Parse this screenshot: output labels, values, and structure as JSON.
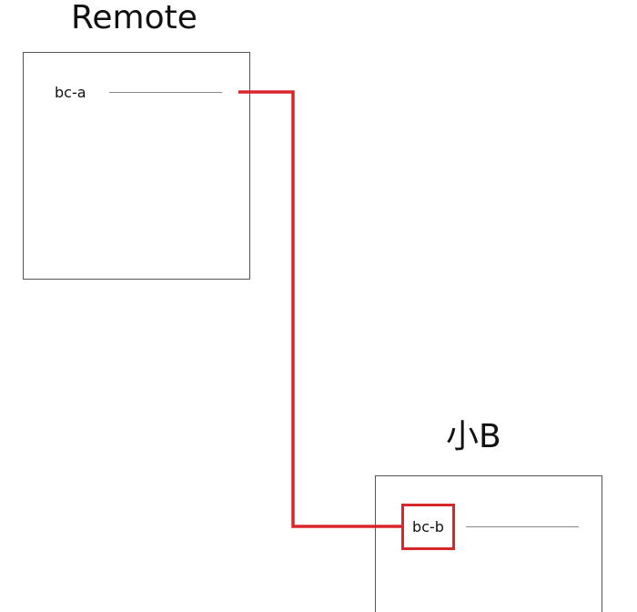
{
  "diagram": {
    "remote": {
      "title": "Remote",
      "port_label": "bc-a"
    },
    "target": {
      "title": "小B",
      "port_label": "bc-b"
    },
    "connector_color": "#d9262c",
    "line_color": "#8a8a8a"
  }
}
